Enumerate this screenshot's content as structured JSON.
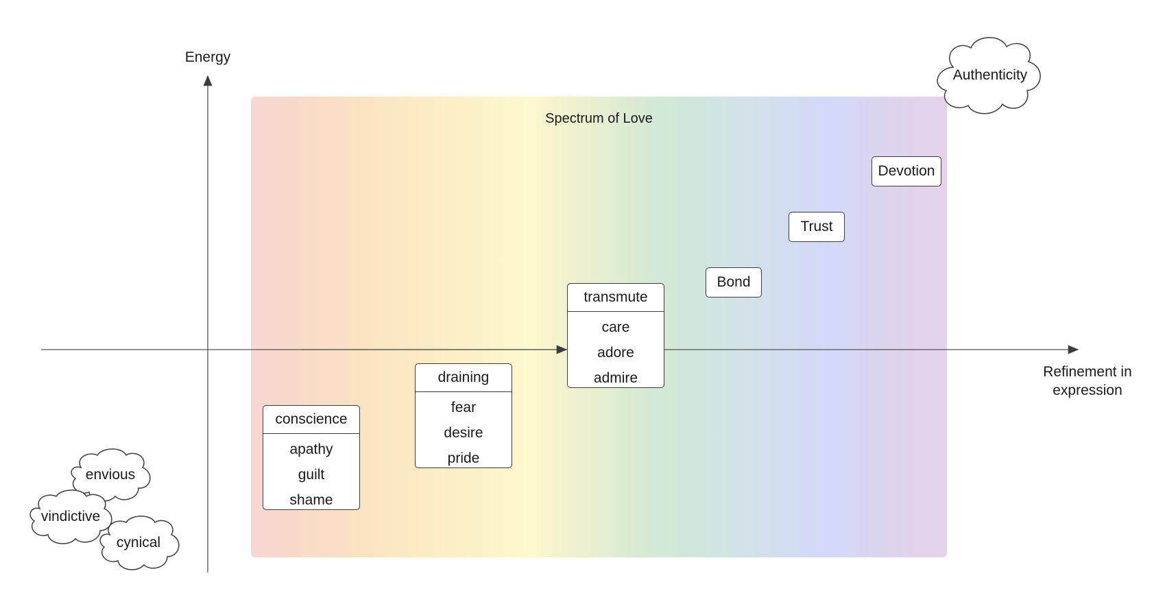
{
  "axes": {
    "y_label": "Energy",
    "x_label_line1": "Refinement in",
    "x_label_line2": "expression"
  },
  "spectrum": {
    "title": "Spectrum of Love"
  },
  "groups": {
    "conscience": {
      "title": "conscience",
      "items": [
        "apathy",
        "guilt",
        "shame"
      ]
    },
    "draining": {
      "title": "draining",
      "items": [
        "fear",
        "desire",
        "pride"
      ]
    },
    "transmute": {
      "title": "transmute",
      "items": [
        "care",
        "adore",
        "admire"
      ]
    }
  },
  "states": {
    "bond": "Bond",
    "trust": "Trust",
    "devotion": "Devotion"
  },
  "clouds": {
    "authenticity": "Authenticity",
    "envious": "envious",
    "vindictive": "vindictive",
    "cynical": "cynical"
  }
}
